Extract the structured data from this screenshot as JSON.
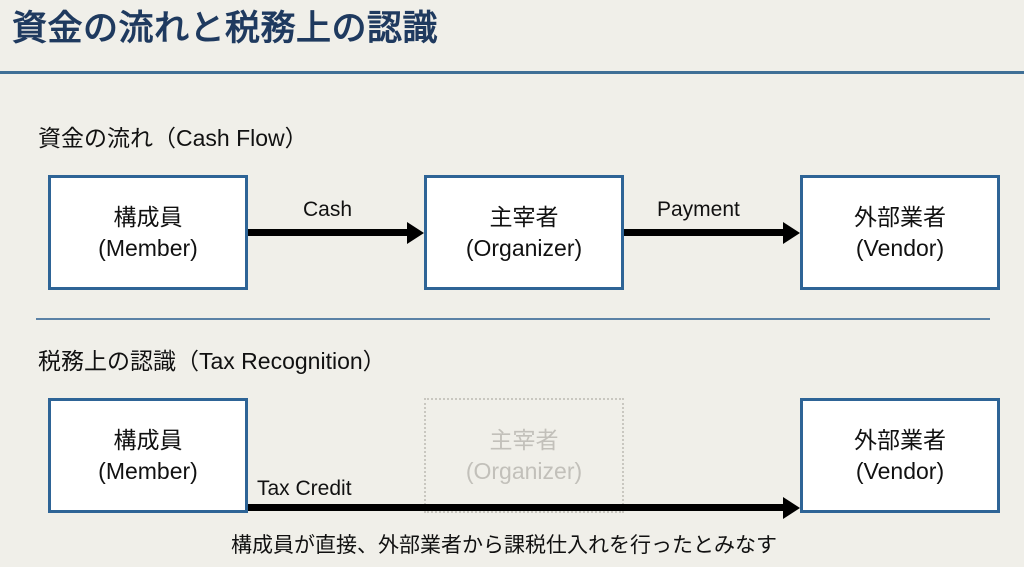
{
  "slide": {
    "title": "資金の流れと税務上の認識",
    "background_color": "#f0efe9",
    "title_color": "#1f3a5f",
    "accent_color": "#3f6f96",
    "box_border_color": "#2e6496",
    "ghost_color": "#c2c0ba"
  },
  "sections": [
    {
      "id": "cash-flow",
      "heading": "資金の流れ（Cash Flow）",
      "nodes": [
        {
          "id": "member",
          "line1": "構成員",
          "line2": "(Member)",
          "ghost": false
        },
        {
          "id": "organizer",
          "line1": "主宰者",
          "line2": "(Organizer)",
          "ghost": false
        },
        {
          "id": "vendor",
          "line1": "外部業者",
          "line2": "(Vendor)",
          "ghost": false
        }
      ],
      "arrows": [
        {
          "id": "cash",
          "label": "Cash",
          "from": "member",
          "to": "organizer"
        },
        {
          "id": "payment",
          "label": "Payment",
          "from": "organizer",
          "to": "vendor"
        }
      ]
    },
    {
      "id": "tax-recognition",
      "heading": "税務上の認識（Tax Recognition）",
      "nodes": [
        {
          "id": "member",
          "line1": "構成員",
          "line2": "(Member)",
          "ghost": false
        },
        {
          "id": "organizer",
          "line1": "主宰者",
          "line2": "(Organizer)",
          "ghost": true
        },
        {
          "id": "vendor",
          "line1": "外部業者",
          "line2": "(Vendor)",
          "ghost": false
        }
      ],
      "arrows": [
        {
          "id": "tax-credit",
          "label": "Tax Credit",
          "from": "member",
          "to": "vendor"
        }
      ],
      "caption": "構成員が直接、外部業者から課税仕入れを行ったとみなす"
    }
  ]
}
